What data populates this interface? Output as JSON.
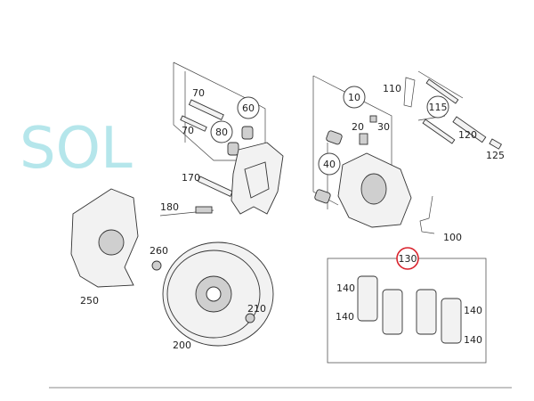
{
  "watermark": "SOL",
  "labels": {
    "p70a": "70",
    "p70b": "70",
    "p60": "60",
    "p80": "80",
    "p10": "10",
    "p110": "110",
    "p115": "115",
    "p20": "20",
    "p30": "30",
    "p120": "120",
    "p125": "125",
    "p40": "40",
    "p170": "170",
    "p180": "180",
    "p100": "100",
    "p260": "260",
    "p130": "130",
    "p250": "250",
    "p140a": "140",
    "p140b": "140",
    "p140c": "140",
    "p140d": "140",
    "p210": "210",
    "p200": "200"
  },
  "colors": {
    "highlight": "#d9232d",
    "watermark": "#7fd3dc"
  }
}
